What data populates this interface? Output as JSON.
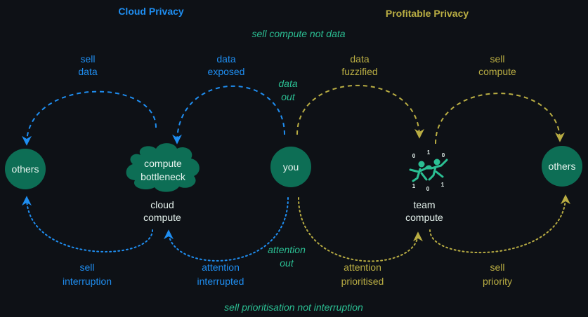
{
  "colors": {
    "background": "#0e1116",
    "blue": "#1f8ef1",
    "gold": "#b9ad43",
    "teal": "#2bbf93",
    "node_fill": "#0d6e55",
    "node_text": "#e6f3ee"
  },
  "titles": {
    "cloud_privacy": "Cloud Privacy",
    "profitable_privacy": "Profitable Privacy"
  },
  "captions": {
    "top": "sell compute not data",
    "bottom": "sell prioritisation not interruption"
  },
  "nodes": {
    "others_left": "others",
    "cloud_bubble_line1": "compute",
    "cloud_bubble_line2": "bottleneck",
    "cloud_label_line1": "cloud",
    "cloud_label_line2": "compute",
    "you": "you",
    "team_label_line1": "team",
    "team_label_line2": "compute",
    "others_right": "others"
  },
  "team_icon": {
    "name": "team-collaboration-icon",
    "bits": [
      "0",
      "1",
      "0",
      "1",
      "0",
      "1"
    ]
  },
  "arrows": {
    "sell_data": {
      "line1": "sell",
      "line2": "data"
    },
    "data_exposed": {
      "line1": "data",
      "line2": "exposed"
    },
    "data_out": {
      "line1": "data",
      "line2": "out"
    },
    "data_fuzzified": {
      "line1": "data",
      "line2": "fuzzified"
    },
    "sell_compute": {
      "line1": "sell",
      "line2": "compute"
    },
    "sell_interruption": {
      "line1": "sell",
      "line2": "interruption"
    },
    "attention_interrupted": {
      "line1": "attention",
      "line2": "interrupted"
    },
    "attention_out": {
      "line1": "attention",
      "line2": "out"
    },
    "attention_prioritised": {
      "line1": "attention",
      "line2": "prioritised"
    },
    "sell_priority": {
      "line1": "sell",
      "line2": "priority"
    }
  }
}
